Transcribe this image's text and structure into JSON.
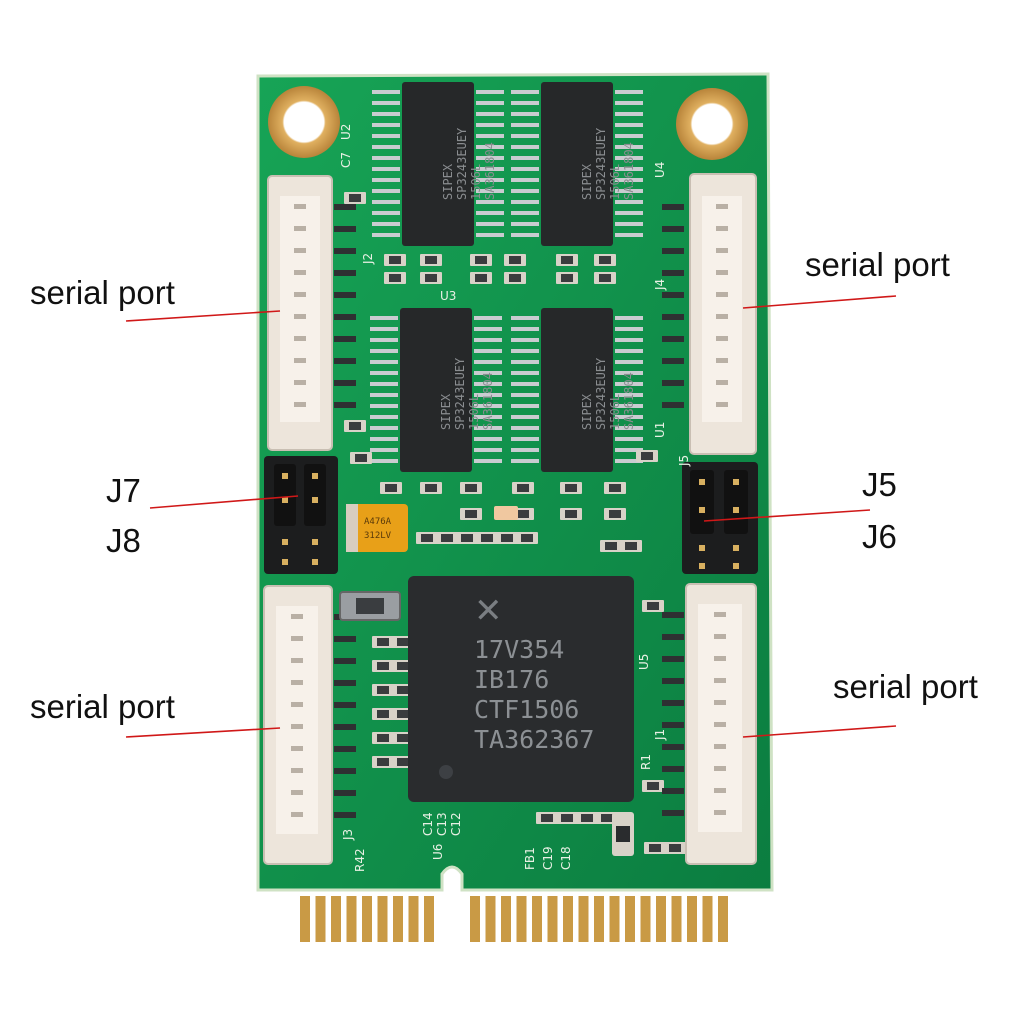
{
  "colors": {
    "pcb": "#0f8f4a",
    "pcb_edge": "#d9e8d0",
    "chip": "#2a2c2e",
    "connector": "#ece4da",
    "gold": "#c99a45",
    "callout_line": "#d01818",
    "label_text": "#111111"
  },
  "labels": {
    "serial_port_top_left": "serial port",
    "serial_port_top_right": "serial port",
    "serial_port_bottom_left": "serial port",
    "serial_port_bottom_right": "serial port",
    "j7": "J7",
    "j8": "J8",
    "j5": "J5",
    "j6": "J6"
  },
  "chips": {
    "sipex_1": [
      "SIPEX",
      "SP3243EUEY",
      "1506L",
      "SA361804"
    ],
    "sipex_2": [
      "SIPEX",
      "SP3243EUEY",
      "1506L",
      "SA361804"
    ],
    "sipex_3": [
      "SIPEX",
      "SP3243EUEY",
      "1506L",
      "SA361804"
    ],
    "sipex_4": [
      "SIPEX",
      "SP3243EUEY",
      "1506L",
      "SA361804"
    ],
    "uart": [
      "17V354",
      "IB176",
      "CTF1506",
      "TA362367"
    ],
    "tantalum_cap": [
      "A476A",
      "312LV"
    ]
  },
  "silkscreen": [
    "C7",
    "U2",
    "U4",
    "J2",
    "J4",
    "U3",
    "U1",
    "J5",
    "U5",
    "J1",
    "J3",
    "C14",
    "C13",
    "C12",
    "U6",
    "R1",
    "R42",
    "FB1",
    "C19",
    "C18"
  ]
}
